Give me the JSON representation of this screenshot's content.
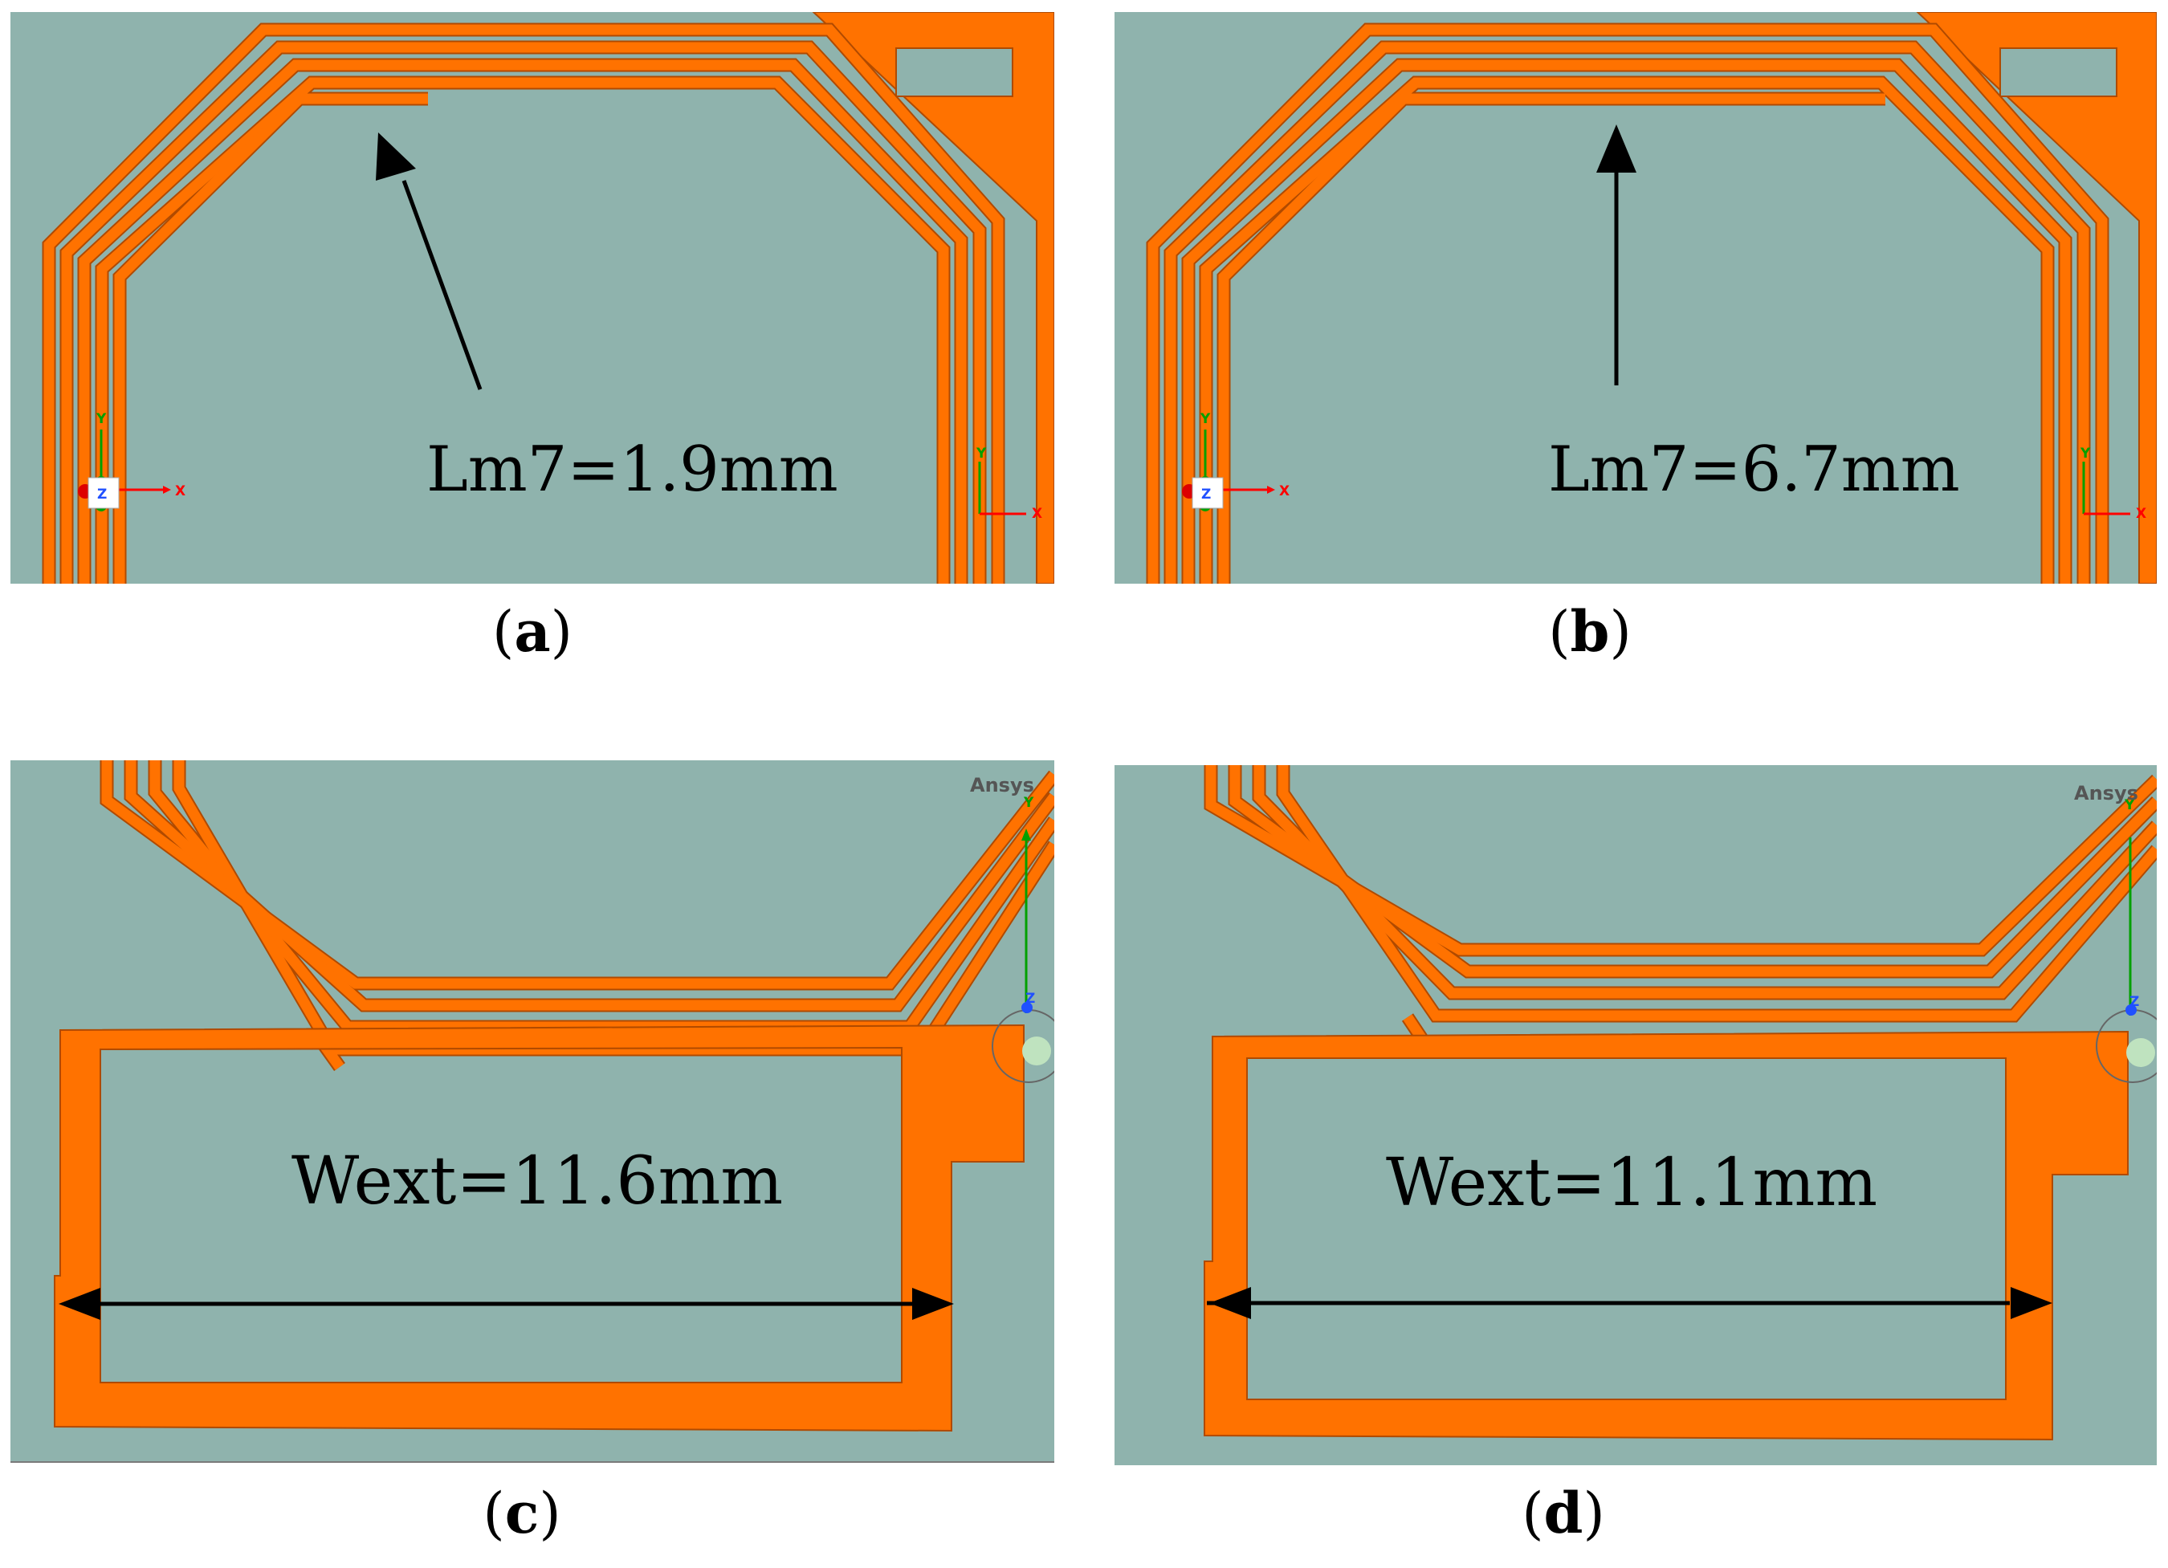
{
  "panels": [
    {
      "id": "a",
      "caption_letter": "a",
      "dimension_label": "Lm7=1.9mm"
    },
    {
      "id": "b",
      "caption_letter": "b",
      "dimension_label": "Lm7=6.7mm"
    },
    {
      "id": "c",
      "caption_letter": "c",
      "dimension_label": "Wext=11.6mm",
      "brand": "Ansys"
    },
    {
      "id": "d",
      "caption_letter": "d",
      "dimension_label": "Wext=11.1mm",
      "brand": "Ansys"
    }
  ],
  "axes": {
    "x": "X",
    "y": "Y",
    "z": "Z"
  },
  "colors": {
    "background": "#8fb3ad",
    "copper": "#ff7200",
    "copper_edge": "#b04a00",
    "arrow": "#000000",
    "axis_x": "#ff0000",
    "axis_y": "#00a000",
    "axis_z": "#2050ff",
    "brand_text": "#555555"
  }
}
